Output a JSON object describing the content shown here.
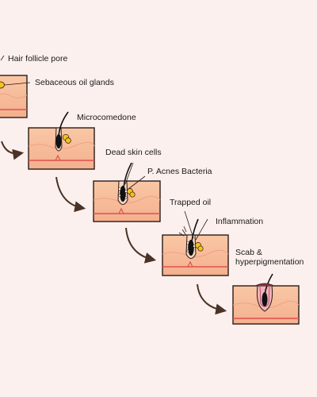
{
  "labels": {
    "hair_follicle_pore": "Hair follicle pore",
    "sebaceous_oil_glands": "Sebaceous oil glands",
    "microcomedone": "Microcomedone",
    "dead_skin_cells": "Dead skin cells",
    "p_acnes_bacteria": "P. Acnes Bacteria",
    "trapped_oil": "Trapped oil",
    "inflammation": "Inflammation",
    "scab_line1": "Scab &",
    "scab_line2": "hyperpigmentation"
  },
  "colors": {
    "background": "#fcf0ee",
    "skin_top": "#f9c7a5",
    "skin_bottom": "#f2a986",
    "dermis_line": "#e0504c",
    "outline": "#2b1a14",
    "oil_gland": "#f3c21b",
    "hair": "#111111",
    "arrow": "#4a3326",
    "inflamed_core": "#f4b1ba"
  },
  "stages": [
    "normal pore",
    "microcomedone",
    "bacteria",
    "inflammation",
    "scab"
  ]
}
